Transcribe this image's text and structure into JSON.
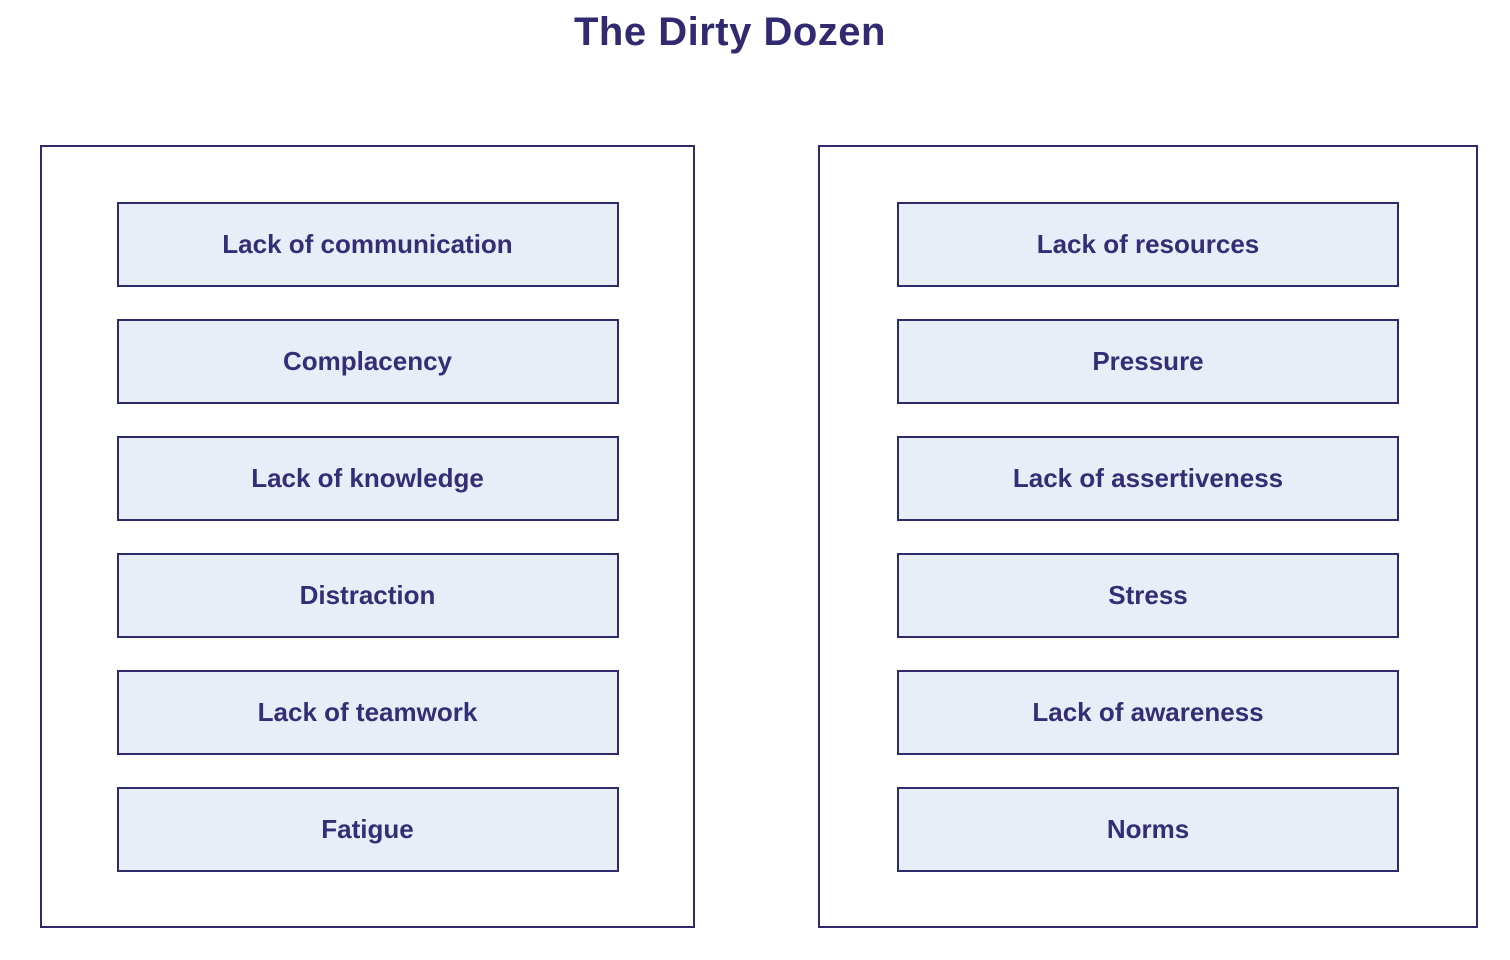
{
  "title": "The Dirty Dozen",
  "colors": {
    "background": "#ffffff",
    "box_fill": "#e8eef7",
    "border": "#2f2a6b",
    "text": "#352d75",
    "title_text": "#312a70"
  },
  "columns": [
    {
      "items": [
        "Lack of communication",
        "Complacency",
        "Lack of knowledge",
        "Distraction",
        "Lack of teamwork",
        "Fatigue"
      ]
    },
    {
      "items": [
        "Lack of resources",
        "Pressure",
        "Lack of assertiveness",
        "Stress",
        "Lack of awareness",
        "Norms"
      ]
    }
  ]
}
